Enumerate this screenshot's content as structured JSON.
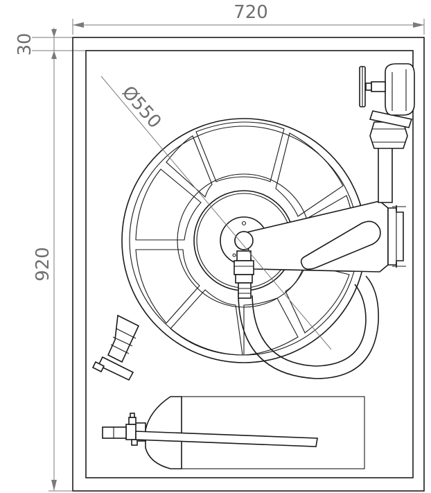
{
  "drawing": {
    "dimensions": {
      "width": "720",
      "height": "920",
      "offset": "30",
      "diameter": "Ø550"
    },
    "colors": {
      "ink": "#1a1a1a",
      "dimension": "#6f6f6f",
      "background": "#ffffff"
    }
  }
}
